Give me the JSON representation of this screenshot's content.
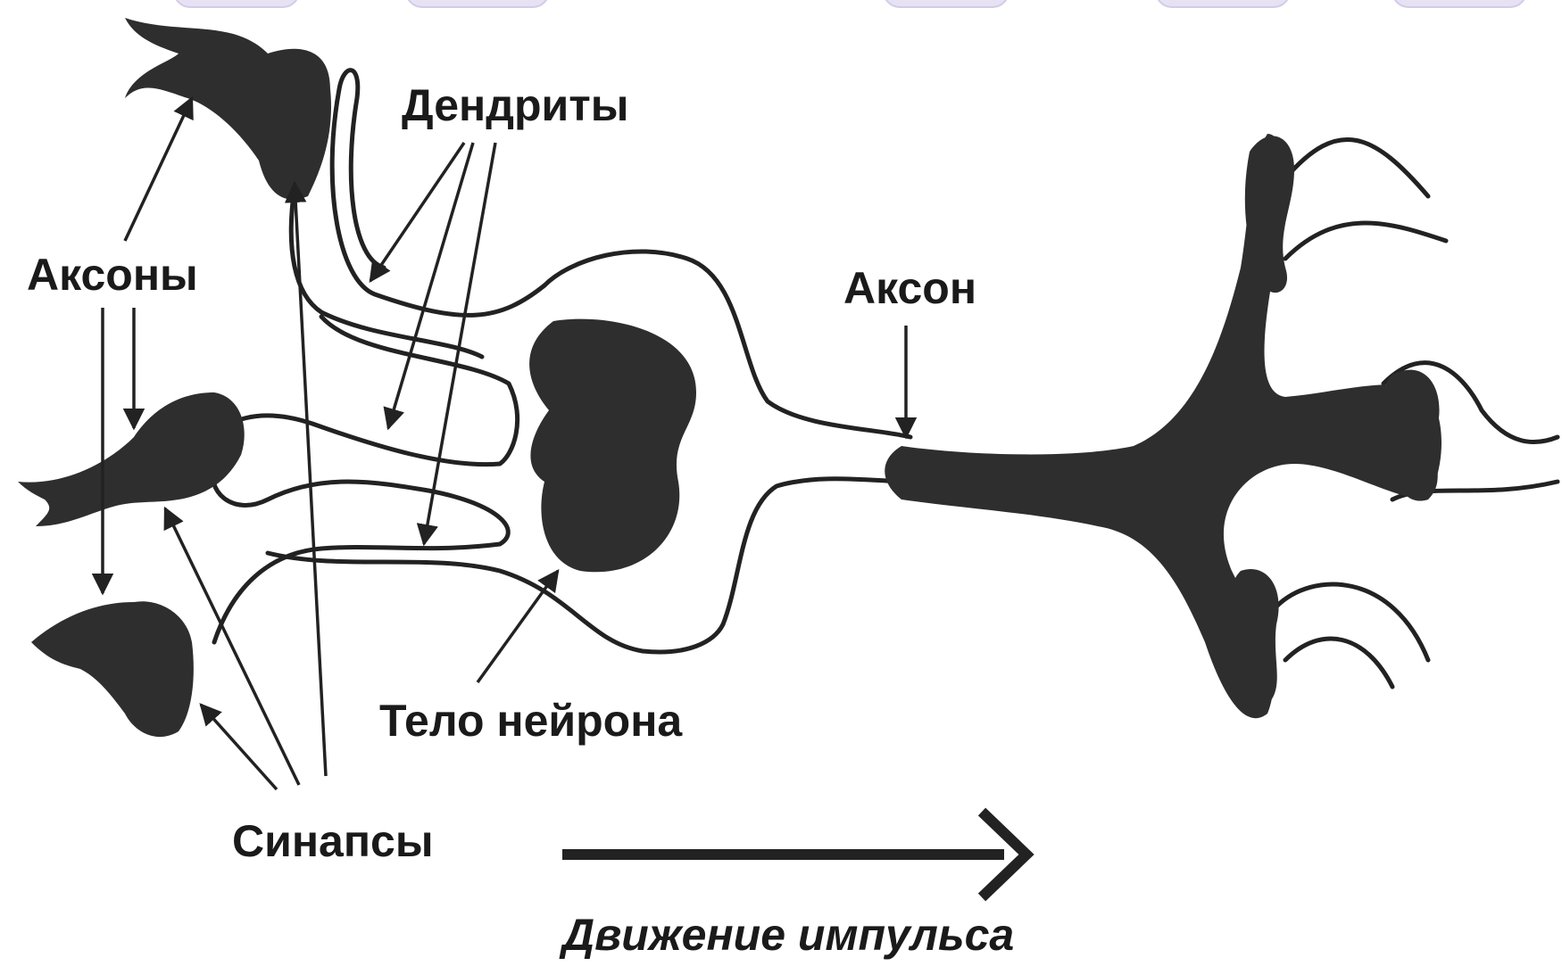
{
  "labels": {
    "dendrites": "Дендриты",
    "axons": "Аксоны",
    "axon": "Аксон",
    "neuron_body": "Тело нейрона",
    "synapses": "Синапсы",
    "impulse_direction": "Движение импульса"
  },
  "colors": {
    "ink": "#333333",
    "label": "#1a1a1a",
    "background": "#ffffff",
    "top_tabs": "#e6e2f4"
  }
}
